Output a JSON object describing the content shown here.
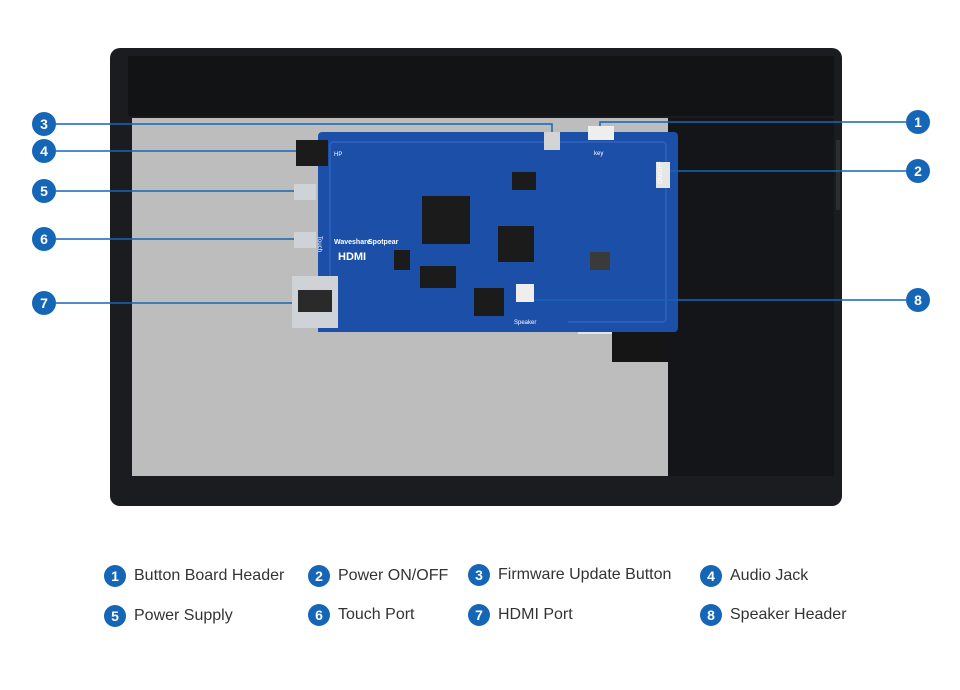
{
  "callouts": [
    {
      "num": "1",
      "label": "Button Board Header"
    },
    {
      "num": "2",
      "label": "Power ON/OFF"
    },
    {
      "num": "3",
      "label": "Firmware Update Button"
    },
    {
      "num": "4",
      "label": "Audio Jack"
    },
    {
      "num": "5",
      "label": "Power Supply"
    },
    {
      "num": "6",
      "label": "Touch Port"
    },
    {
      "num": "7",
      "label": "HDMI Port"
    },
    {
      "num": "8",
      "label": "Speaker Header"
    }
  ],
  "board": {
    "brand_waveshare": "Waveshare",
    "brand_spotpear": "Spotpear",
    "hdmi_logo": "HDMI",
    "silk_key": "key",
    "silk_onoff": "ON/OFF",
    "silk_speaker": "Speaker",
    "silk_touch": "Touch",
    "silk_hp": "HP"
  },
  "colors": {
    "accent": "#1566b7",
    "pcb": "#1c4fa8",
    "bezel": "#1a1c20",
    "panel_back": "#bdbdbd"
  }
}
